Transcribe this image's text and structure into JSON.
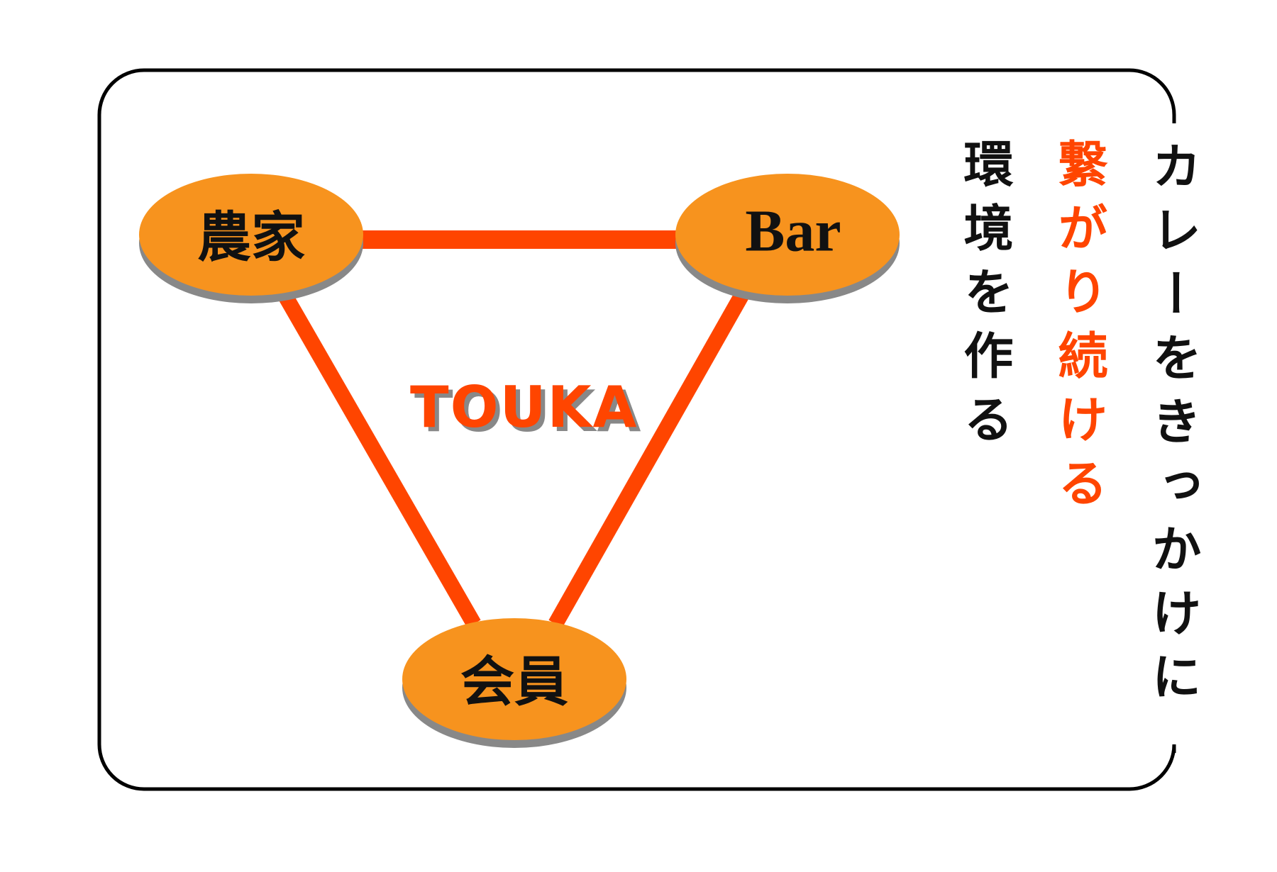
{
  "nodes": {
    "farmer": "農家",
    "bar": "Bar",
    "member": "会員"
  },
  "logo": "TOUKA",
  "tagline": {
    "line1": "カレーをきっかけに",
    "line2": "繋がり続ける",
    "line3": "環境を作る"
  },
  "colors": {
    "node_fill": "#f7931e",
    "node_shadow": "#888888",
    "connector": "#ff4500",
    "accent_text": "#ff4500",
    "text": "#111111"
  }
}
